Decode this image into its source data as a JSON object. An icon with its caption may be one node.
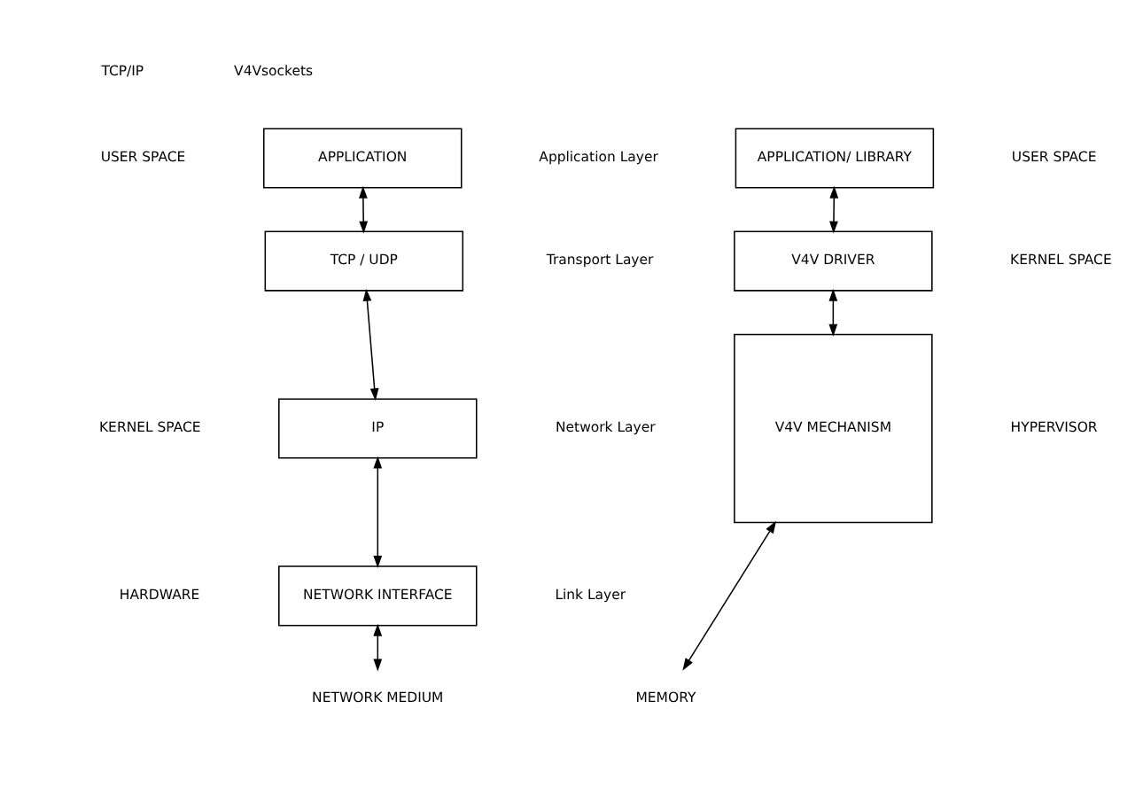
{
  "diagram": {
    "nodes": [
      {
        "text": [
          "APPLICATION"
        ]
      },
      {
        "text": [
          "TCP / UDP"
        ]
      },
      {
        "text": [
          "IP"
        ]
      },
      {
        "text": [
          "NETWORK INTERFACE"
        ]
      },
      {
        "text": [
          "NETWORK MEDIUM"
        ]
      },
      {
        "text": [
          "APPLICATION/ LIBRARY"
        ]
      },
      {
        "text": [
          "V4V DRIVER"
        ]
      },
      {
        "text": [
          "V4V MECHANISM"
        ]
      },
      {
        "text": [
          "MEMORY"
        ]
      }
    ],
    "edges": [
      {
        "from": 0,
        "to": 1,
        "arrow": "both"
      },
      {
        "from": 1,
        "to": 2,
        "arrow": "both"
      },
      {
        "from": 2,
        "to": 3,
        "arrow": "both"
      },
      {
        "from": 3,
        "to": 4,
        "arrow": "both"
      },
      {
        "from": 5,
        "to": 6,
        "arrow": "both"
      },
      {
        "from": 6,
        "to": 7,
        "arrow": "both"
      },
      {
        "from": 7,
        "to": 8,
        "arrow": "both"
      }
    ],
    "labels": [
      "TCP/IP",
      "V4Vsockets",
      "USER SPACE",
      "Application Layer",
      "USER SPACE",
      "Transport Layer",
      "KERNEL SPACE",
      "KERNEL SPACE",
      "Network Layer",
      "HYPERVISOR",
      "HARDWARE",
      "Link Layer"
    ]
  }
}
